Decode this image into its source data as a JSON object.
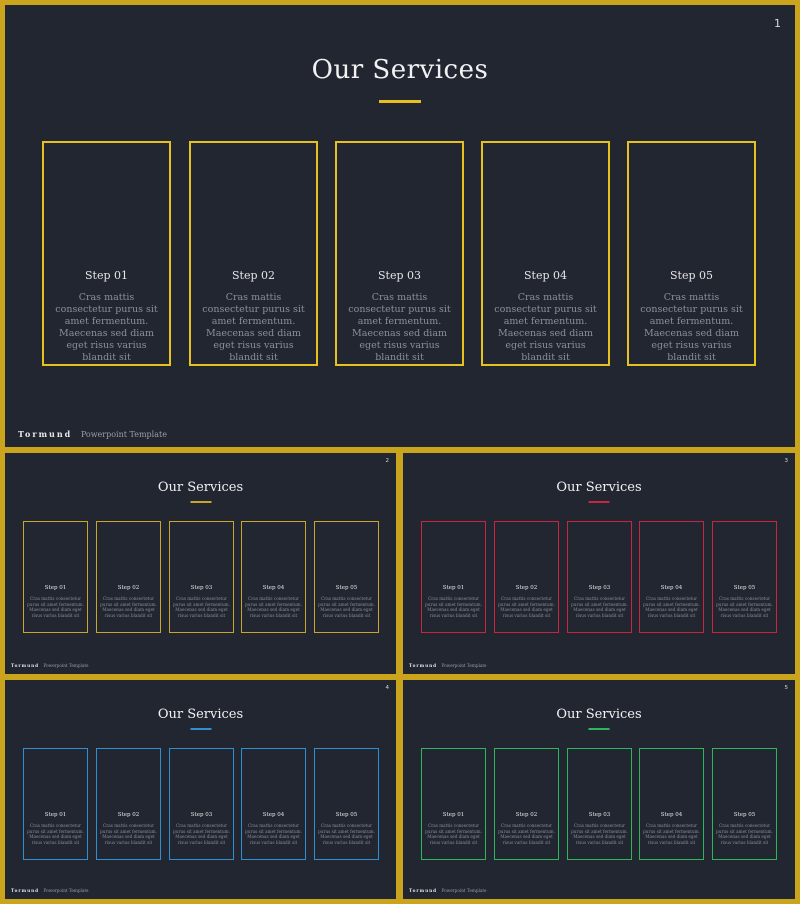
{
  "slides": [
    {
      "number": "1",
      "title": "Our Services",
      "accent": "#e7c21e",
      "steps": [
        {
          "label": "Step 01",
          "text": "Cras mattis consectetur purus sit amet fermentum. Maecenas sed diam eget risus varius blandit sit"
        },
        {
          "label": "Step 02",
          "text": "Cras mattis consectetur purus sit amet fermentum. Maecenas sed diam eget risus varius blandit sit"
        },
        {
          "label": "Step 03",
          "text": "Cras mattis consectetur purus sit amet fermentum. Maecenas sed diam eget risus varius blandit sit"
        },
        {
          "label": "Step 04",
          "text": "Cras mattis consectetur purus sit amet fermentum. Maecenas sed diam eget risus varius blandit sit"
        },
        {
          "label": "Step 05",
          "text": "Cras mattis consectetur purus sit amet fermentum. Maecenas sed diam eget risus varius blandit sit"
        }
      ],
      "footer": {
        "brand": "Tormund",
        "template": "Powerpoint Template"
      }
    },
    {
      "number": "2",
      "title": "Our Services",
      "accent": "#c9a52b",
      "steps": [
        {
          "label": "Step 01",
          "text": "Cras mattis consectetur purus sit amet fermentum. Maecenas sed diam eget risus varius blandit sit"
        },
        {
          "label": "Step 02",
          "text": "Cras mattis consectetur purus sit amet fermentum. Maecenas sed diam eget risus varius blandit sit"
        },
        {
          "label": "Step 03",
          "text": "Cras mattis consectetur purus sit amet fermentum. Maecenas sed diam eget risus varius blandit sit"
        },
        {
          "label": "Step 04",
          "text": "Cras mattis consectetur purus sit amet fermentum. Maecenas sed diam eget risus varius blandit sit"
        },
        {
          "label": "Step 05",
          "text": "Cras mattis consectetur purus sit amet fermentum. Maecenas sed diam eget risus varius blandit sit"
        }
      ],
      "footer": {
        "brand": "Tormund",
        "template": "Powerpoint Template"
      }
    },
    {
      "number": "3",
      "title": "Our Services",
      "accent": "#c8253f",
      "steps": [
        {
          "label": "Step 01",
          "text": "Cras mattis consectetur purus sit amet fermentum. Maecenas sed diam eget risus varius blandit sit"
        },
        {
          "label": "Step 02",
          "text": "Cras mattis consectetur purus sit amet fermentum. Maecenas sed diam eget risus varius blandit sit"
        },
        {
          "label": "Step 03",
          "text": "Cras mattis consectetur purus sit amet fermentum. Maecenas sed diam eget risus varius blandit sit"
        },
        {
          "label": "Step 04",
          "text": "Cras mattis consectetur purus sit amet fermentum. Maecenas sed diam eget risus varius blandit sit"
        },
        {
          "label": "Step 05",
          "text": "Cras mattis consectetur purus sit amet fermentum. Maecenas sed diam eget risus varius blandit sit"
        }
      ],
      "footer": {
        "brand": "Tormund",
        "template": "Powerpoint Template"
      }
    },
    {
      "number": "4",
      "title": "Our Services",
      "accent": "#2f8fcf",
      "steps": [
        {
          "label": "Step 01",
          "text": "Cras mattis consectetur purus sit amet fermentum. Maecenas sed diam eget risus varius blandit sit"
        },
        {
          "label": "Step 02",
          "text": "Cras mattis consectetur purus sit amet fermentum. Maecenas sed diam eget risus varius blandit sit"
        },
        {
          "label": "Step 03",
          "text": "Cras mattis consectetur purus sit amet fermentum. Maecenas sed diam eget risus varius blandit sit"
        },
        {
          "label": "Step 04",
          "text": "Cras mattis consectetur purus sit amet fermentum. Maecenas sed diam eget risus varius blandit sit"
        },
        {
          "label": "Step 05",
          "text": "Cras mattis consectetur purus sit amet fermentum. Maecenas sed diam eget risus varius blandit sit"
        }
      ],
      "footer": {
        "brand": "Tormund",
        "template": "Powerpoint Template"
      }
    },
    {
      "number": "5",
      "title": "Our Services",
      "accent": "#2fb55c",
      "steps": [
        {
          "label": "Step 01",
          "text": "Cras mattis consectetur purus sit amet fermentum. Maecenas sed diam eget risus varius blandit sit"
        },
        {
          "label": "Step 02",
          "text": "Cras mattis consectetur purus sit amet fermentum. Maecenas sed diam eget risus varius blandit sit"
        },
        {
          "label": "Step 03",
          "text": "Cras mattis consectetur purus sit amet fermentum. Maecenas sed diam eget risus varius blandit sit"
        },
        {
          "label": "Step 04",
          "text": "Cras mattis consectetur purus sit amet fermentum. Maecenas sed diam eget risus varius blandit sit"
        },
        {
          "label": "Step 05",
          "text": "Cras mattis consectetur purus sit amet fermentum. Maecenas sed diam eget risus varius blandit sit"
        }
      ],
      "footer": {
        "brand": "Tormund",
        "template": "Powerpoint Template"
      }
    }
  ]
}
